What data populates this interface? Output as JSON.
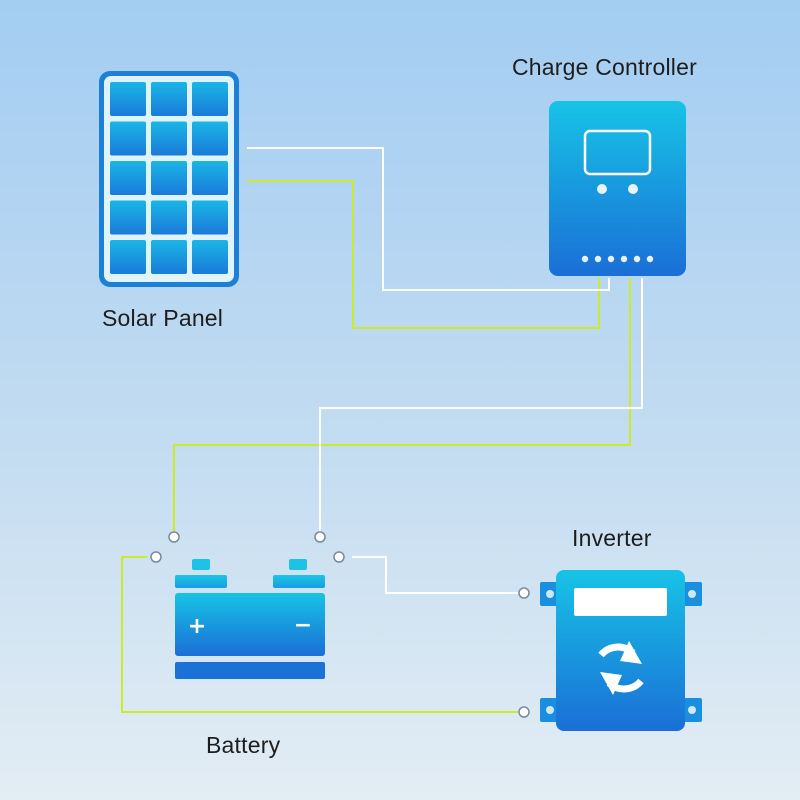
{
  "labels": {
    "solar_panel": "Solar Panel",
    "charge_controller": "Charge Controller",
    "battery": "Battery",
    "inverter": "Inverter"
  },
  "battery_terminals": {
    "positive": "+",
    "negative": "−"
  },
  "colors": {
    "background_top": "#a3cdf2",
    "background_bottom": "#e3edf4",
    "device_light": "#17c3e6",
    "device_dark": "#1a6fd6",
    "positive_wire": "#ffffff",
    "negative_wire": "#c8ec2a"
  },
  "icons": {
    "inverter": "refresh-cycle-icon",
    "terminal": "ring-terminal-icon"
  }
}
